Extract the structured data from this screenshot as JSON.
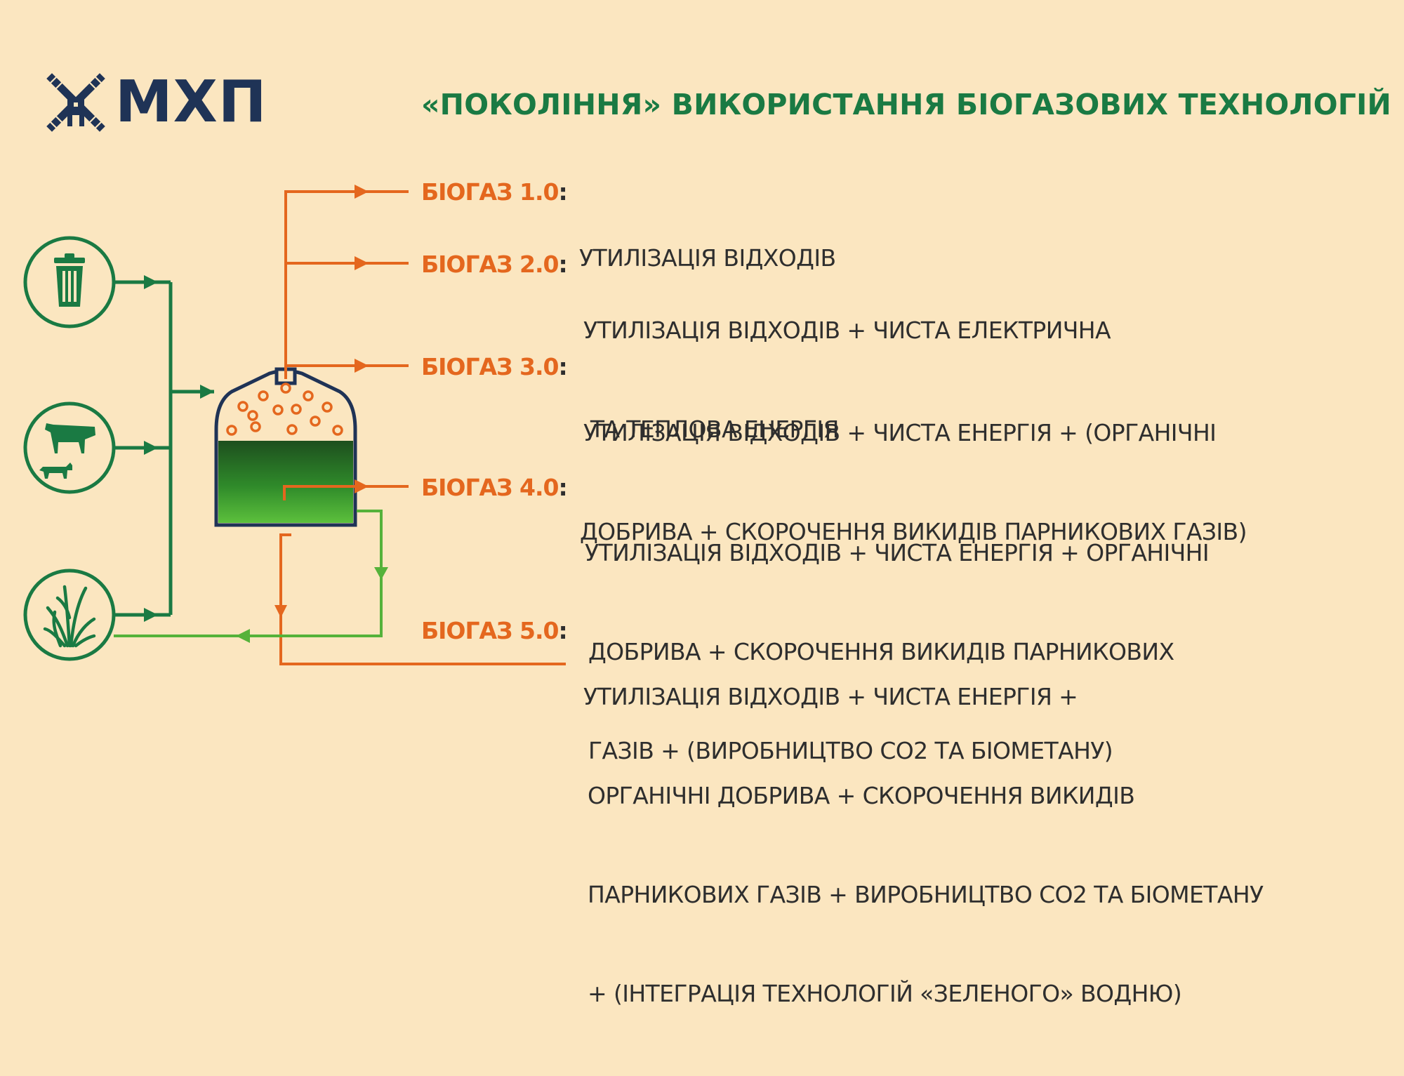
{
  "brand": {
    "logo_text": "МХП",
    "logo_icon": "windmill-icon"
  },
  "title": "«ПОКОЛІННЯ» ВИКОРИСТАННЯ БІОГАЗОВИХ ТЕХНОЛОГІЙ",
  "diagram": {
    "inputs": [
      {
        "icon": "trash-bin-icon"
      },
      {
        "icon": "livestock-icon"
      },
      {
        "icon": "grass-icon"
      }
    ],
    "digester_icon": "biogas-digester-icon"
  },
  "generations": [
    {
      "label": "БІОГАЗ 1.0",
      "lines": [
        "УТИЛІЗАЦІЯ ВІДХОДІВ"
      ]
    },
    {
      "label": "БІОГАЗ 2.0",
      "lines": [
        "УТИЛІЗАЦІЯ ВІДХОДІВ + ЧИСТА ЕЛЕКТРИЧНА",
        " ТА ТЕПЛОВА ЕНЕРГІЯ"
      ]
    },
    {
      "label": "БІОГАЗ 3.0",
      "lines": [
        "УТИЛІЗАЦІЯ ВІДХОДІВ + ЧИСТА ЕНЕРГІЯ + (ОРГАНІЧНІ",
        "ДОБРИВА + СКОРОЧЕННЯ ВИКИДІВ ПАРНИКОВИХ ГАЗІВ)"
      ]
    },
    {
      "label": "БІОГАЗ 4.0",
      "lines": [
        "УТИЛІЗАЦІЯ ВІДХОДІВ + ЧИСТА ЕНЕРГІЯ + ОРГАНІЧНІ",
        "ДОБРИВА + СКОРОЧЕННЯ ВИКИДІВ ПАРНИКОВИХ",
        "ГАЗІВ + (ВИРОБНИЦТВО СО2 ТА БІОМЕТАНУ)"
      ]
    },
    {
      "label": "БІОГАЗ 5.0",
      "lines": [
        "УТИЛІЗАЦІЯ ВІДХОДІВ + ЧИСТА ЕНЕРГІЯ +",
        "ОРГАНІЧНІ ДОБРИВА + СКОРОЧЕННЯ ВИКИДІВ",
        "ПАРНИКОВИХ ГАЗІВ + ВИРОБНИЦТВО СО2 ТА БІОМЕТАНУ",
        "+ (ІНТЕГРАЦІЯ ТЕХНОЛОГІЙ «ЗЕЛЕНОГО» ВОДНЮ)"
      ]
    }
  ],
  "colors": {
    "background": "#fbe6c0",
    "green": "#1a7a43",
    "orange": "#e4671e",
    "navy": "#1f3356",
    "bright_green": "#55b23a",
    "text": "#2e2e2e"
  }
}
